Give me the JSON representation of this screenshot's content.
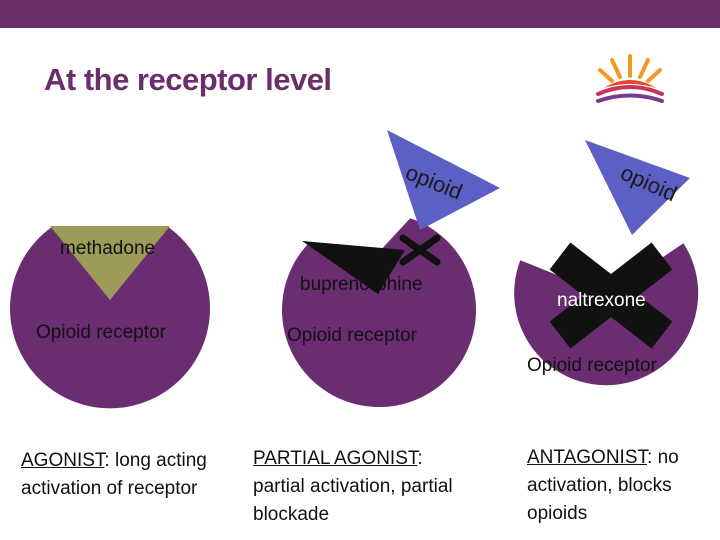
{
  "slide": {
    "title": "At the receptor level"
  },
  "colors": {
    "brand": "#6a2f6b",
    "receptor": "#6b2d71",
    "opioid": "#5c5fc4",
    "methadone": "#9c9b57",
    "block": "#111111"
  },
  "panels": [
    {
      "drug": "methadone",
      "receptor": "Opioid receptor",
      "term": "AGONIST",
      "description": "long acting activation of receptor"
    },
    {
      "opioid": "opioid",
      "drug": "buprenorphine",
      "receptor": "Opioid receptor",
      "term": "PARTIAL AGONIST",
      "description": "partial activation, partial blockade"
    },
    {
      "opioid": "opioid",
      "drug": "naltrexone",
      "receptor": "Opioid receptor",
      "term": "ANTAGONIST",
      "description": "no activation, blocks opioids"
    }
  ]
}
